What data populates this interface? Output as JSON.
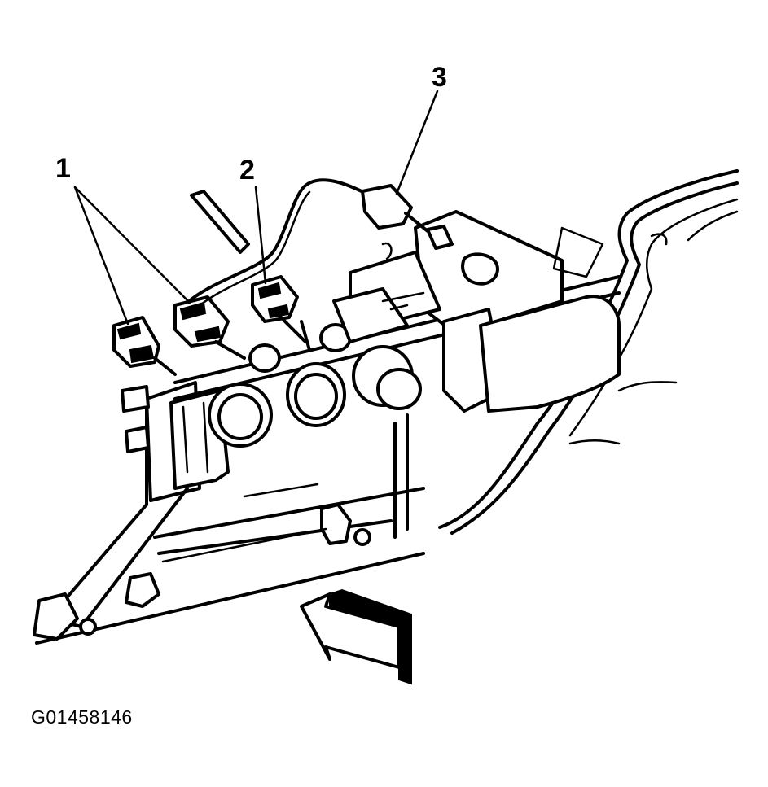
{
  "callouts": {
    "one": "1",
    "two": "2",
    "three": "3"
  },
  "figure_id": "G01458146",
  "colors": {
    "line": "#000000",
    "background": "#ffffff"
  }
}
